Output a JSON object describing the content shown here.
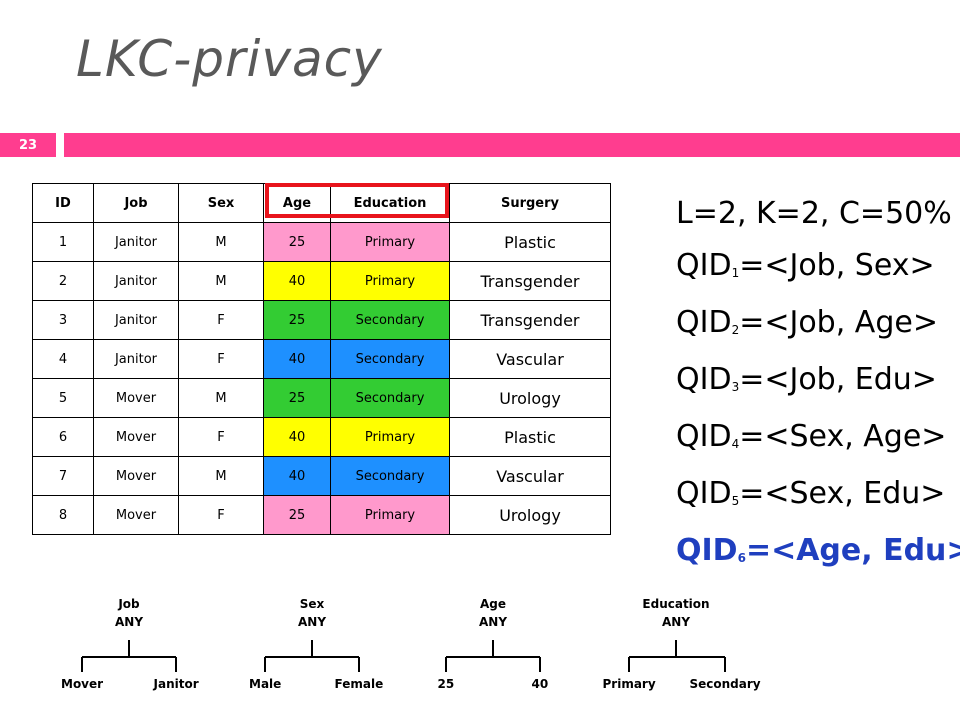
{
  "slide": {
    "title": "LKC-privacy",
    "number": "23"
  },
  "table": {
    "headers": [
      "ID",
      "Job",
      "Sex",
      "Age",
      "Education",
      "Surgery"
    ],
    "rows": [
      {
        "id": "1",
        "job": "Janitor",
        "sex": "M",
        "age": "25",
        "edu": "Primary",
        "surgery": "Plastic",
        "color": "#ff99cc"
      },
      {
        "id": "2",
        "job": "Janitor",
        "sex": "M",
        "age": "40",
        "edu": "Primary",
        "surgery": "Transgender",
        "color": "#ffff00"
      },
      {
        "id": "3",
        "job": "Janitor",
        "sex": "F",
        "age": "25",
        "edu": "Secondary",
        "surgery": "Transgender",
        "color": "#33cc33"
      },
      {
        "id": "4",
        "job": "Janitor",
        "sex": "F",
        "age": "40",
        "edu": "Secondary",
        "surgery": "Vascular",
        "color": "#1e90ff"
      },
      {
        "id": "5",
        "job": "Mover",
        "sex": "M",
        "age": "25",
        "edu": "Secondary",
        "surgery": "Urology",
        "color": "#33cc33"
      },
      {
        "id": "6",
        "job": "Mover",
        "sex": "F",
        "age": "40",
        "edu": "Primary",
        "surgery": "Plastic",
        "color": "#ffff00"
      },
      {
        "id": "7",
        "job": "Mover",
        "sex": "M",
        "age": "40",
        "edu": "Secondary",
        "surgery": "Vascular",
        "color": "#1e90ff"
      },
      {
        "id": "8",
        "job": "Mover",
        "sex": "F",
        "age": "25",
        "edu": "Primary",
        "surgery": "Urology",
        "color": "#ff99cc"
      }
    ]
  },
  "params": {
    "lkc": "L=2, K=2, C=50%",
    "qids": [
      {
        "prefix": "QID",
        "sub": "1",
        "rest": "=<Job, Sex>"
      },
      {
        "prefix": "QID",
        "sub": "2",
        "rest": "=<Job, Age>"
      },
      {
        "prefix": "QID",
        "sub": "3",
        "rest": "=<Job, Edu>"
      },
      {
        "prefix": "QID",
        "sub": "4",
        "rest": "=<Sex, Age>"
      },
      {
        "prefix": "QID",
        "sub": "5",
        "rest": "=<Sex, Edu>"
      },
      {
        "prefix": "QID",
        "sub": "6",
        "rest": "=<Age, Edu>"
      }
    ],
    "highlight_color": "#1f3fbf"
  },
  "taxonomies": [
    {
      "name": "Job",
      "root": "ANY",
      "left": "Mover",
      "right": "Janitor"
    },
    {
      "name": "Sex",
      "root": "ANY",
      "left": "Male",
      "right": "Female"
    },
    {
      "name": "Age",
      "root": "ANY",
      "left": "25",
      "right": "40"
    },
    {
      "name": "Education",
      "root": "ANY",
      "left": "Primary",
      "right": "Secondary"
    }
  ]
}
